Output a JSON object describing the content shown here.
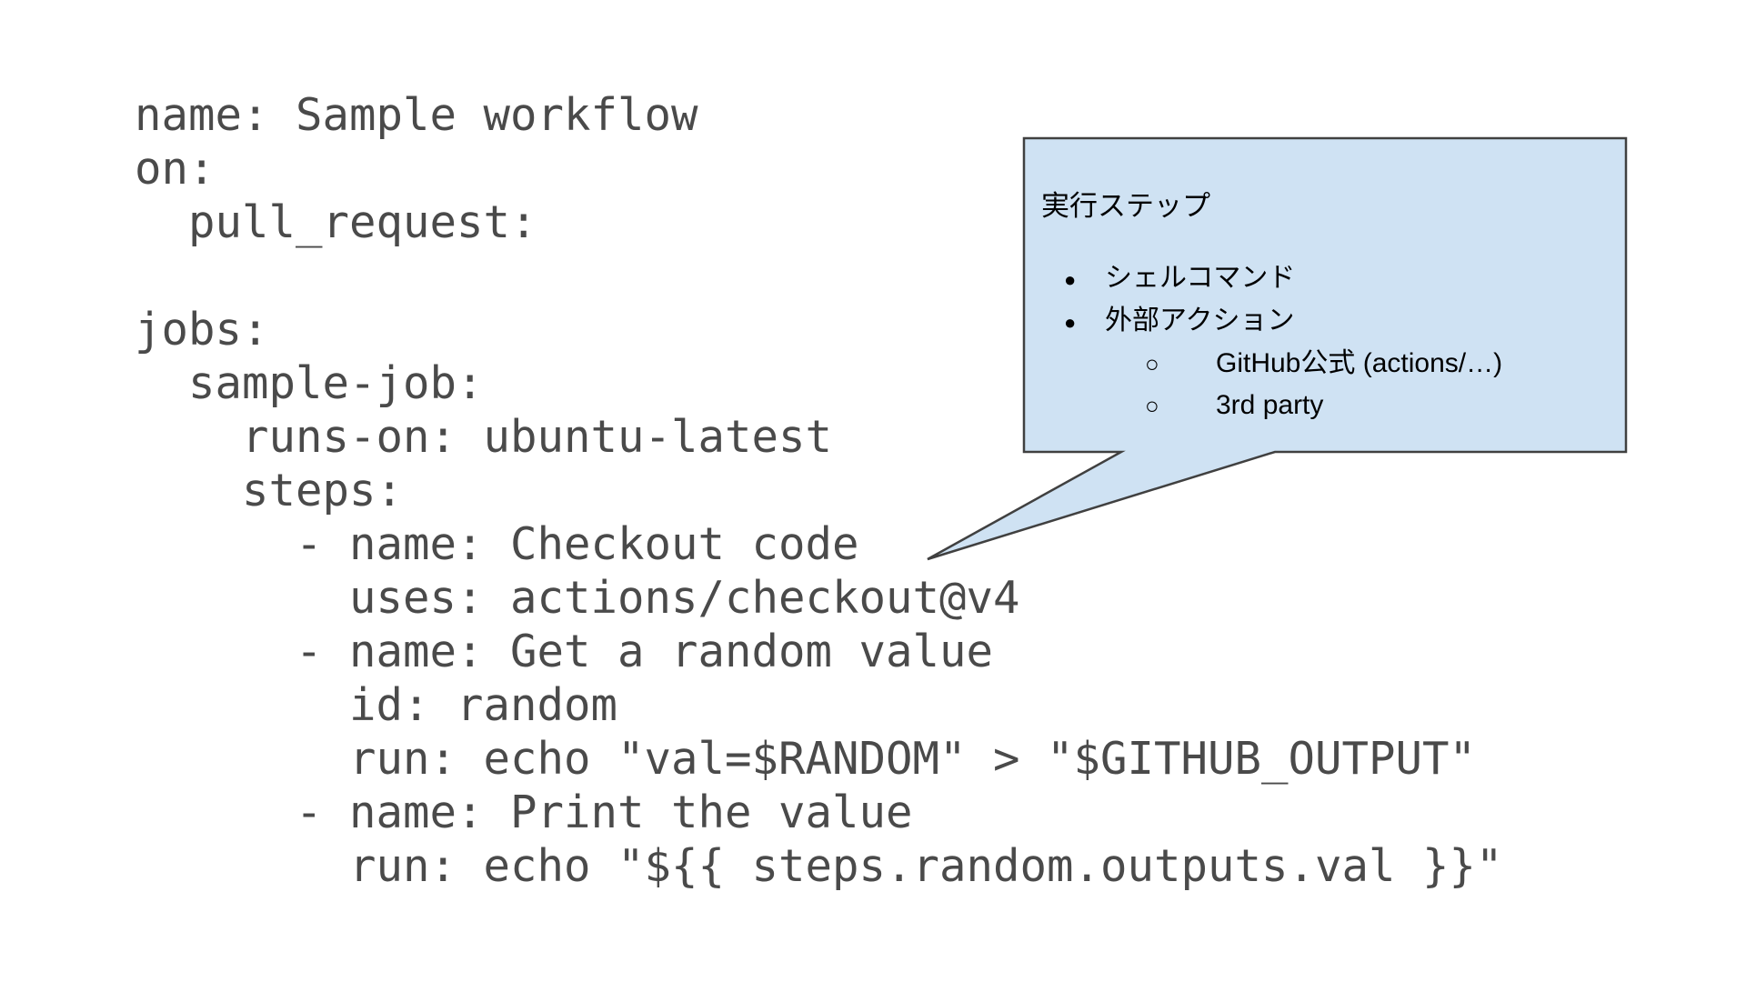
{
  "canvas": {
    "background_color": "#ffffff"
  },
  "code": {
    "language": "yaml",
    "text_color": "#4a4a4a",
    "lines": [
      "name: Sample workflow",
      "on:",
      "  pull_request:",
      "",
      "jobs:",
      "  sample-job:",
      "    runs-on: ubuntu-latest",
      "    steps:",
      "      - name: Checkout code",
      "        uses: actions/checkout@v4",
      "      - name: Get a random value",
      "        id: random",
      "        run: echo \"val=$RANDOM\" > \"$GITHUB_OUTPUT\"",
      "      - name: Print the value",
      "        run: echo \"${{ steps.random.outputs.val }}\""
    ]
  },
  "callout": {
    "fill_color": "#cfe2f3",
    "border_color": "#404040",
    "text_color": "#000000",
    "title": "実行ステップ",
    "items": [
      {
        "level": 1,
        "marker": "●",
        "marker_name": "filled-circle-bullet",
        "label": "シェルコマンド"
      },
      {
        "level": 1,
        "marker": "●",
        "marker_name": "filled-circle-bullet",
        "label": "外部アクション"
      },
      {
        "level": 2,
        "marker": "○",
        "marker_name": "hollow-circle-bullet",
        "label": "GitHub公式 (actions/…)"
      },
      {
        "level": 2,
        "marker": "○",
        "marker_name": "hollow-circle-bullet",
        "label": "3rd party"
      }
    ]
  }
}
